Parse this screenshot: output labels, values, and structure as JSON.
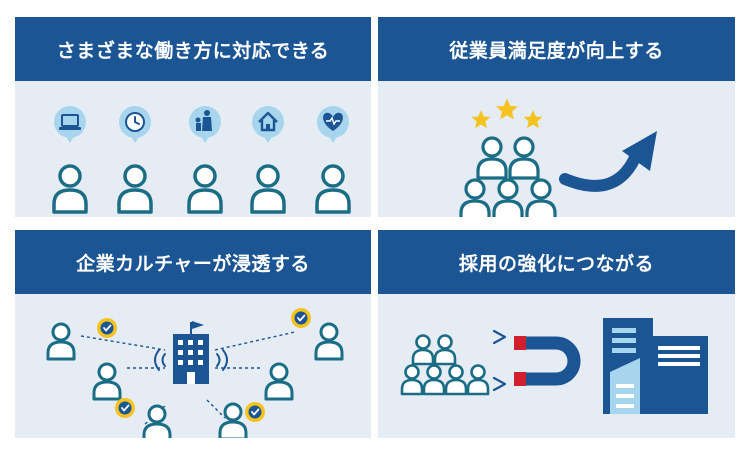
{
  "panels": [
    {
      "title": "さまざまな働き方に対応できる"
    },
    {
      "title": "従業員満足度が向上する"
    },
    {
      "title": "企業カルチャーが浸透する"
    },
    {
      "title": "採用の強化につながる"
    }
  ],
  "colors": {
    "header": "#1c5593",
    "panel_bg": "#e6ecf3",
    "person_stroke": "#1b6d86",
    "bubble": "#a8d5ee",
    "icon_blue": "#1c5593",
    "star": "#f5c320",
    "badge": "#f5c320",
    "magnet_red": "#d0202d",
    "building_light": "#a8d5ee"
  },
  "icons": {
    "work_styles": [
      "laptop-icon",
      "clock-icon",
      "childcare-icon",
      "home-icon",
      "heart-pulse-icon"
    ]
  }
}
